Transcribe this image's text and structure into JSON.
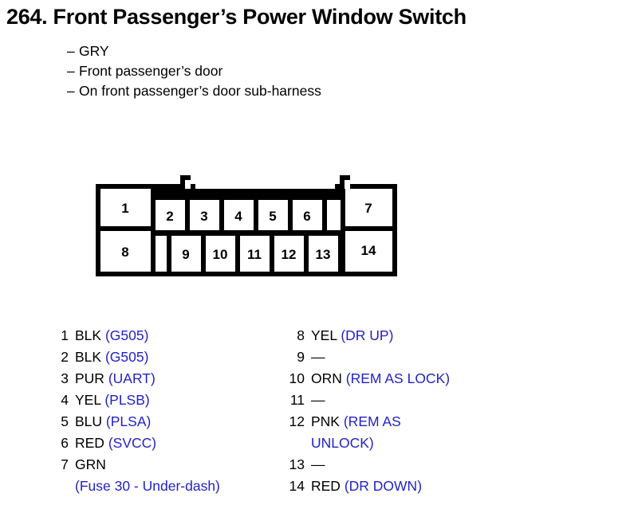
{
  "title": "264. Front Passenger’s Power Window Switch",
  "notes": [
    "GRY",
    "Front passenger’s door",
    "On front passenger’s door sub-harness"
  ],
  "note_dash": "–",
  "colors": {
    "circuit_blue": "#2222c8",
    "outline_black": "#000000",
    "background": "#ffffff"
  },
  "connector": {
    "top_row_pins": [
      "1",
      "2",
      "3",
      "4",
      "5",
      "6",
      "7"
    ],
    "bottom_row_pins": [
      "8",
      "9",
      "10",
      "11",
      "12",
      "13",
      "14"
    ]
  },
  "legend": {
    "left": [
      {
        "pin": "1",
        "color": "BLK",
        "circuit": "(G505)"
      },
      {
        "pin": "2",
        "color": "BLK",
        "circuit": "(G505)"
      },
      {
        "pin": "3",
        "color": "PUR",
        "circuit": "(UART)"
      },
      {
        "pin": "4",
        "color": "YEL",
        "circuit": "(PLSB)"
      },
      {
        "pin": "5",
        "color": "BLU",
        "circuit": "(PLSA)"
      },
      {
        "pin": "6",
        "color": "RED",
        "circuit": "(SVCC)"
      },
      {
        "pin": "7",
        "color": "GRN",
        "circuit": "(Fuse 30 - Under-dash)",
        "wrap": true
      }
    ],
    "right": [
      {
        "pin": "8",
        "color": "YEL",
        "circuit": "(DR UP)"
      },
      {
        "pin": "9",
        "color": "—",
        "circuit": ""
      },
      {
        "pin": "10",
        "color": "ORN",
        "circuit": "(REM AS LOCK)"
      },
      {
        "pin": "11",
        "color": "—",
        "circuit": ""
      },
      {
        "pin": "12",
        "color": "PNK",
        "circuit": "(REM AS",
        "circuit2": "UNLOCK)"
      },
      {
        "pin": "13",
        "color": "—",
        "circuit": ""
      },
      {
        "pin": "14",
        "color": "RED",
        "circuit": "(DR DOWN)"
      }
    ]
  }
}
